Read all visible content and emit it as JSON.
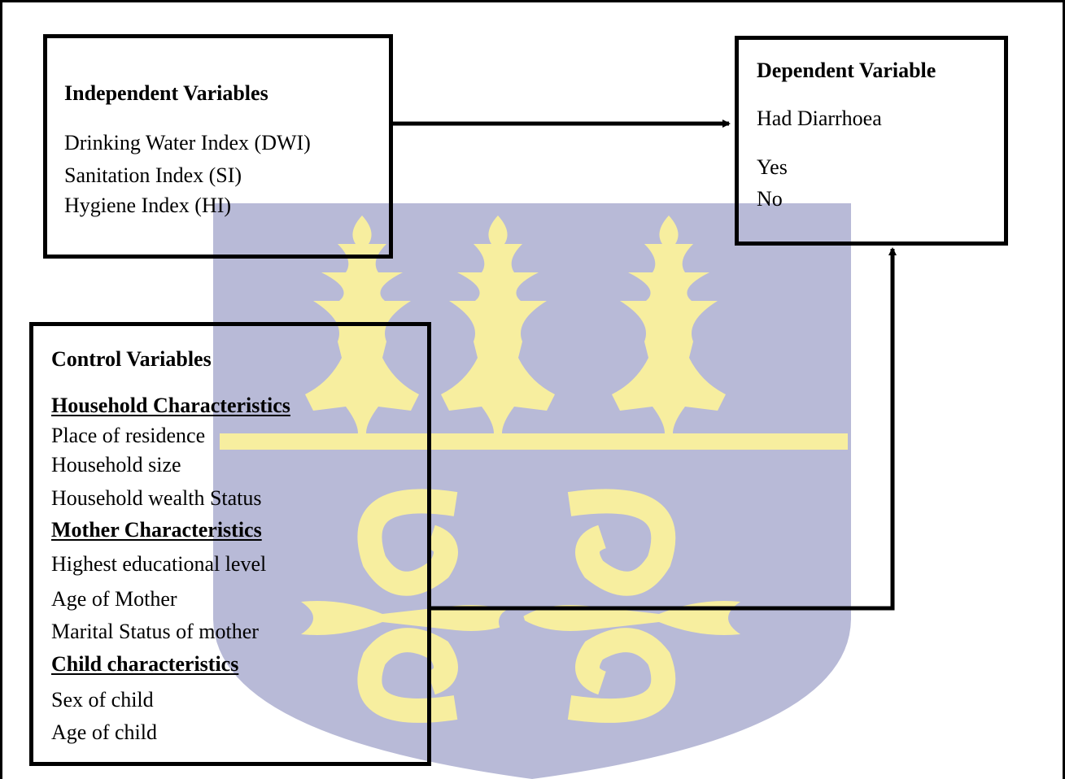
{
  "independent": {
    "heading": "Independent Variables",
    "items": [
      "Drinking Water Index (DWI)",
      "Sanitation Index (SI)",
      "Hygiene Index (HI)"
    ]
  },
  "dependent": {
    "heading": "Dependent Variable",
    "subheading": "Had Diarrhoea",
    "options": [
      "Yes",
      "No"
    ]
  },
  "control": {
    "heading": "Control Variables",
    "groups": [
      {
        "title": "Household Characteristics",
        "items": [
          "Place of residence",
          "Household size",
          "Household wealth Status"
        ]
      },
      {
        "title": "Mother Characteristics",
        "items": [
          "Highest educational level",
          "Age of Mother",
          "Marital Status of mother"
        ]
      },
      {
        "title": "Child characteristics",
        "items": [
          "Sex of child",
          "Age of child"
        ]
      }
    ]
  },
  "colors": {
    "watermark_blue": "#b8bad7",
    "watermark_yellow": "#f7ee9f",
    "ink": "#000000"
  }
}
